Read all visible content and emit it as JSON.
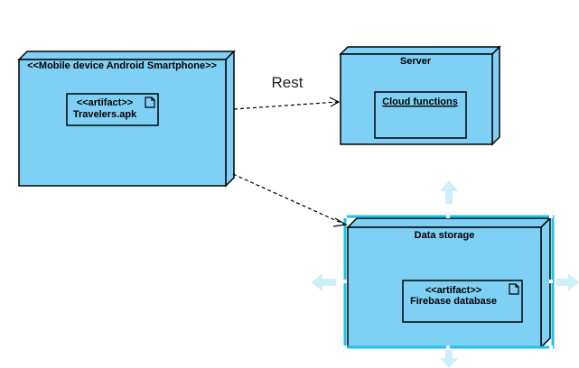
{
  "diagram": {
    "nodes": [
      {
        "id": "mobile",
        "title": "<<Mobile device Android Smartphone>>",
        "artifact": {
          "stereotype": "<<artifact>>",
          "name": "Travelers.apk"
        }
      },
      {
        "id": "server",
        "title": "Server",
        "component": {
          "name": "Cloud functions"
        }
      },
      {
        "id": "storage",
        "title": "Data storage",
        "artifact": {
          "stereotype": "<<artifact>>",
          "name": "Firebase database"
        },
        "selected": true
      }
    ],
    "edges": [
      {
        "from": "mobile",
        "to": "server",
        "label": "Rest"
      },
      {
        "from": "mobile",
        "to": "storage",
        "label": ""
      }
    ]
  },
  "colors": {
    "node_fill": "#7FD0F5",
    "node_stroke": "#000000",
    "selection": "#20C0E8",
    "resize_hint": "#CDEEFA"
  }
}
